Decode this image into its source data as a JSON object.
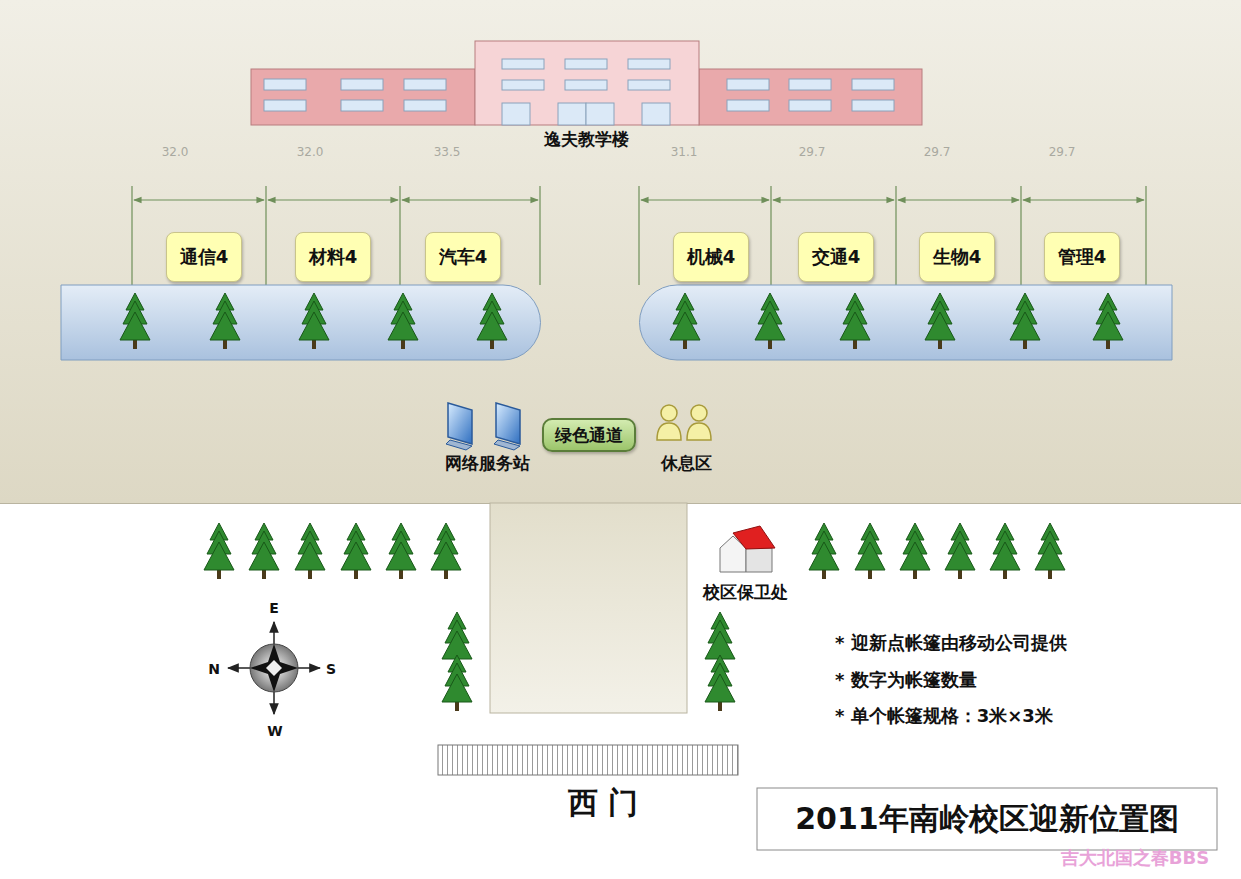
{
  "diagram": {
    "title": "2011年南岭校区迎新位置图",
    "nodes": [
      {
        "text": [
          "逸夫教学楼"
        ]
      },
      {
        "text": [
          "通信4"
        ]
      },
      {
        "text": [
          "材料4"
        ]
      },
      {
        "text": [
          "汽车4"
        ]
      },
      {
        "text": [
          "机械4"
        ]
      },
      {
        "text": [
          "交通4"
        ]
      },
      {
        "text": [
          "生物4"
        ]
      },
      {
        "text": [
          "管理4"
        ]
      },
      {
        "text": [
          "绿色通道"
        ]
      }
    ],
    "labels": [
      "32.0",
      "32.0",
      "33.5",
      "31.1",
      "29.7",
      "29.7",
      "29.7",
      "网络服务站",
      "休息区",
      "校区保卫处",
      "E",
      "N",
      "S",
      "W",
      "* 迎新点帐篷由移动公司提供",
      "* 数字为帐篷数量",
      "* 单个帐篷规格：3米×3米",
      "西 门",
      "吉大北国之春BBS"
    ]
  }
}
